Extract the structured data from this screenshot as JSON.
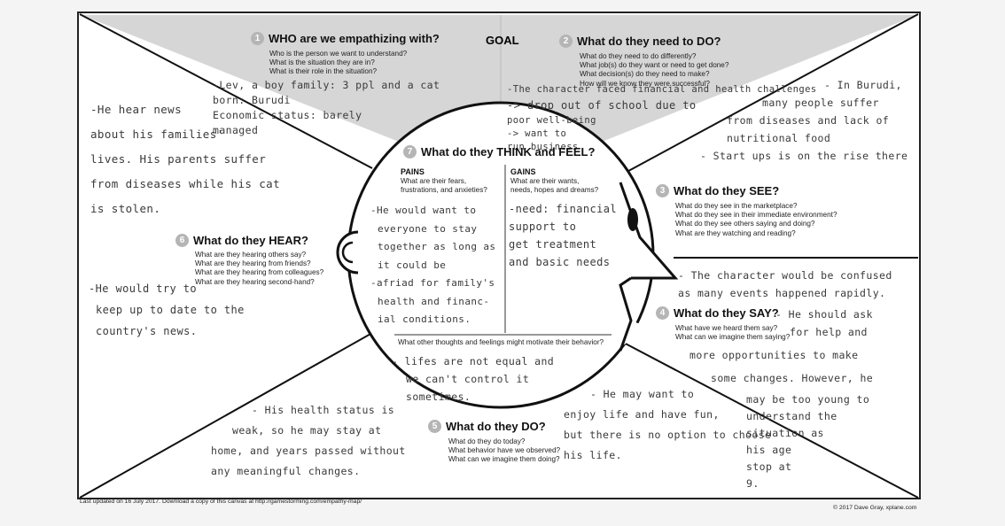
{
  "goal": "GOAL",
  "s1": {
    "num": "1",
    "title": "WHO are we empathizing with?",
    "q": [
      "Who is the person we want to understand?",
      "What is the situation they are in?",
      "What is their role in the situation?"
    ],
    "notes": [
      "-Lev, a boy     family: 3 ppl and a cat",
      "  born: Burudi",
      "  Economic status: barely",
      "              managed"
    ]
  },
  "s2": {
    "num": "2",
    "title": "What do they need to DO?",
    "q": [
      "What do they need to do differently?",
      "What job(s) do they want or need to get done?",
      "What decision(s) do they need to make?",
      "How will we know they were successful?"
    ],
    "notes": [
      "-The character faced financial and health challenges",
      "   -> drop out of school due to",
      "        poor well-being",
      "        -> want to",
      "           run business"
    ]
  },
  "s3": {
    "num": "3",
    "title": "What do they SEE?",
    "q": [
      "What do they see in the marketplace?",
      "What do they see in their immediate environment?",
      "What do they see others saying and doing?",
      "What are they watching and reading?"
    ],
    "notes": [
      "- In Burudi,",
      "    many people suffer",
      "from diseases and lack of",
      "  nutritional food",
      "- Start ups is on the rise there"
    ]
  },
  "s4": {
    "num": "4",
    "title": "What do they SAY?",
    "q": [
      "What have we heard them say?",
      "What can we imagine them saying?"
    ],
    "notes_top": [
      "- The character would be confused",
      "  as many events happened rapidly."
    ],
    "notes_side": [
      "- He should ask",
      "  for help and"
    ],
    "notes_bottom": [
      "more opportunities to make",
      "some changes. However, he"
    ]
  },
  "s5": {
    "num": "5",
    "title": "What do they DO?",
    "q": [
      "What do they do today?",
      "What behavior have we observed?",
      "What can we imagine them doing?"
    ],
    "notes": [
      "- He may want to",
      "enjoy life and have fun,",
      "but there is no option to choose",
      "his life."
    ],
    "notes_right": [
      "may be too young to",
      "  understand the",
      "   situation as",
      "     his age",
      "       stop at",
      "          9."
    ]
  },
  "s6": {
    "num": "6",
    "title": "What do they HEAR?",
    "q": [
      "What are they hearing others say?",
      "What are they hearing from friends?",
      "What are they hearing from colleagues?",
      "What are they hearing second-hand?"
    ],
    "notes": [
      "-He would try to",
      "keep up to date to the",
      "  country's news."
    ]
  },
  "s7": {
    "num": "7",
    "title": "What do they THINK and FEEL?",
    "pains_title": "PAINS",
    "pains_q": [
      "What are their fears,",
      "frustrations, and anxieties?"
    ],
    "pains_notes": [
      "-He would want to",
      "everyone to stay",
      "together as long as",
      "it could be",
      "-afriad for family's",
      " health and financ-",
      " ial conditions."
    ],
    "gains_title": "GAINS",
    "gains_q": [
      "What are their wants,",
      "needs, hopes and dreams?"
    ],
    "gains_notes": [
      "-need: financial",
      " support to",
      " get treatment",
      " and basic needs"
    ],
    "other_q": "What other thoughts and feelings might motivate their behavior?",
    "other_notes": [
      "- lifes are not equal and",
      "  we can't control it",
      "  sometimes."
    ]
  },
  "left_notes": [
    "-He hear news",
    "about his families'",
    "lives. His parents suffer",
    "from diseases while his cat",
    "is stolen."
  ],
  "bottom_left_notes": [
    "- His health status is",
    "weak, so he may stay at",
    "home, and years passed without",
    "any meaningful changes."
  ],
  "footer_left": "Last updated on 16 July 2017. Download a copy of this canvas at http://gamestorming.com/empathy-map/",
  "footer_right": "© 2017 Dave Gray, xplane.com",
  "colors": {
    "goal_band": "#d6d6d6",
    "line": "#111111",
    "ink": "#3a3a3a",
    "badge": "#b5b5b5"
  }
}
